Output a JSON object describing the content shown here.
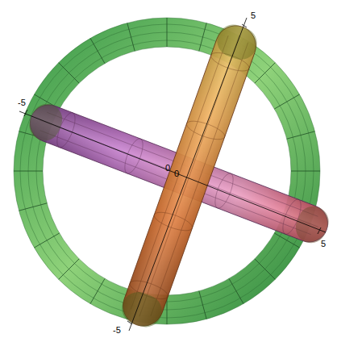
{
  "diagram": {
    "labels": [
      "5",
      "-5",
      "5",
      "-5",
      "0",
      "0"
    ]
  }
}
